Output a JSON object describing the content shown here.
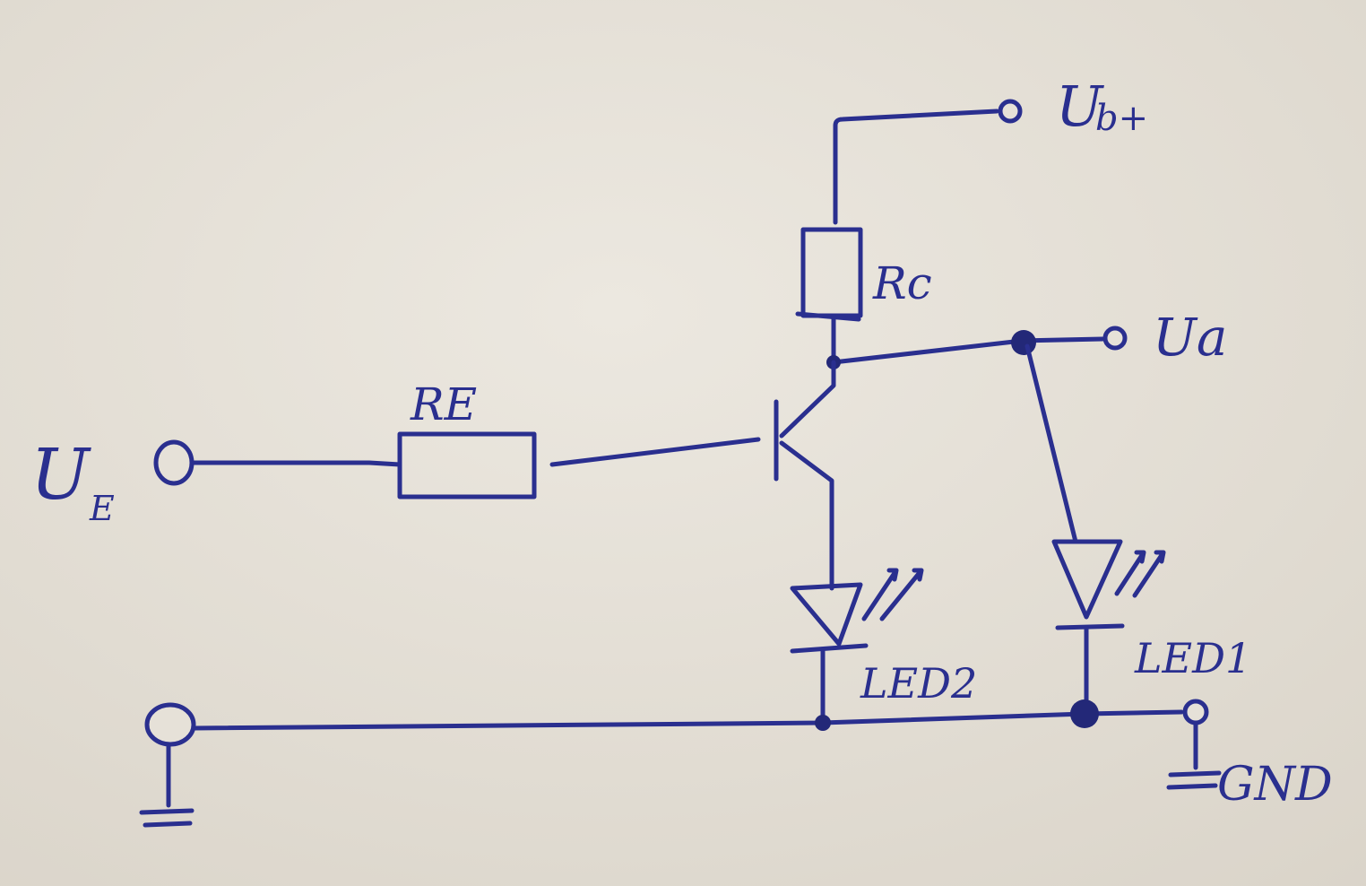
{
  "labels": {
    "ue_main": "U",
    "ue_sub": "E",
    "ub_main": "U",
    "ub_sub": "b+",
    "ua": "Ua",
    "rc": "Rc",
    "re": "RE",
    "led2": "LED2",
    "led1": "LED1",
    "gnd": "GND"
  },
  "colors": {
    "paper": "#e6e1d8",
    "ink": "#2a2f8f"
  }
}
